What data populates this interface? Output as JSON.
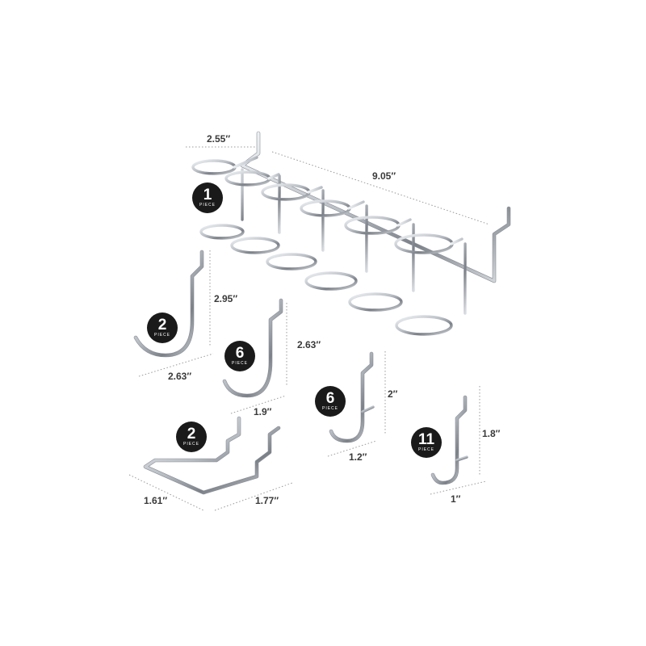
{
  "dimensions": {
    "holder_width": "2.55″",
    "holder_length": "9.05″",
    "j_large_height": "2.95″",
    "j_large_width": "2.63″",
    "j_medium_height": "2.63″",
    "j_medium_width": "1.9″",
    "j_small_height": "2″",
    "j_small_width": "1.2″",
    "l_height": "1.8″",
    "l_width": "1″",
    "bracket_depth": "1.61″",
    "bracket_width": "1.77″"
  },
  "quantities": {
    "ring_holder": "1",
    "j_large": "2",
    "j_medium": "6",
    "j_small": "6",
    "l_hook": "11",
    "bracket": "2",
    "unit_label": "PIECE"
  },
  "colors": {
    "badge": "#1a1a1a",
    "wire_light": "#f2f4f6",
    "wire_dark": "#7b8088",
    "dimension_line": "#9a9a9a"
  }
}
